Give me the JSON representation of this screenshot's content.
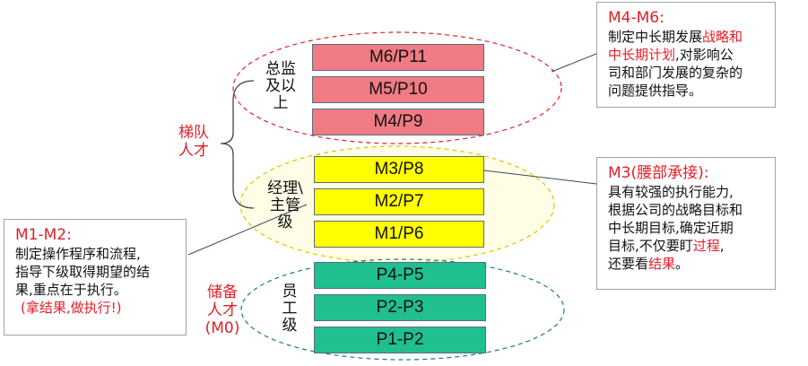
{
  "groups": {
    "director": {
      "label": "总监\n及以\n上"
    },
    "manager": {
      "label": "经理\\\n主管\n级"
    },
    "staff": {
      "label": "员\n工\n级"
    }
  },
  "levels": {
    "m6": "M6/P11",
    "m5": "M5/P10",
    "m4": "M4/P9",
    "m3": "M3/P8",
    "m2": "M2/P7",
    "m1": "M1/P6",
    "p45": "P4-P5",
    "p23": "P2-P3",
    "p12": "P1-P2"
  },
  "left_labels": {
    "talent_line1": "梯队",
    "talent_line2": "人才",
    "reserve_line1": "储备",
    "reserve_line2": "人才",
    "reserve_line3": "(M0)"
  },
  "callouts": {
    "m4m6": {
      "title": "M4-M6:",
      "t1": "制定中长期发展",
      "t2": "战略和",
      "t3": "中长期计划",
      "t4": ",对影响公",
      "t5": "司和部门发展的复杂的",
      "t6": "问题提供指导。"
    },
    "m3": {
      "title": "M3(腰部承接):",
      "t1": "具有较强的执行能力,",
      "t2": "根据公司的战略目标和",
      "t3": "中长期目标,确定近期",
      "t4": "目标,不仅要盯",
      "t5": "过程",
      "t6": ",",
      "t7": "还要看",
      "t8": "结果",
      "t9": "。"
    },
    "m1m2": {
      "title": "M1-M2:",
      "t1": "制定操作程序和流程,",
      "t2": "指导下级取得期望的结",
      "t3": "果,重点在于执行。",
      "t4": "(拿结果,做执行!)"
    }
  },
  "colors": {
    "red_box": "#f07b84",
    "yellow_box": "#ffff00",
    "green_box": "#1fbf8f",
    "highlight_text": "#e0202a"
  }
}
